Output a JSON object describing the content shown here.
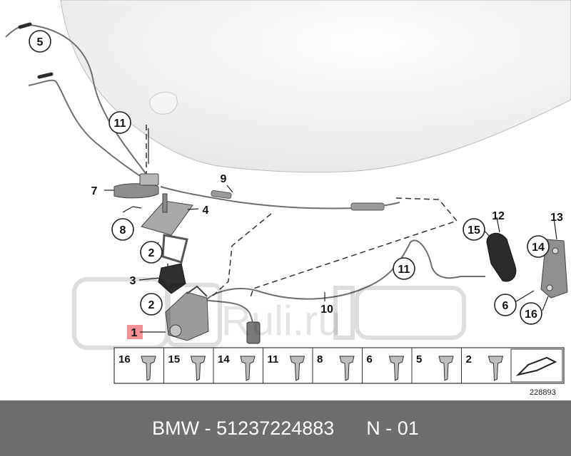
{
  "diagram": {
    "callouts": [
      "5",
      "11",
      "9",
      "7",
      "4",
      "8",
      "2",
      "3",
      "2",
      "1",
      "10",
      "11",
      "12",
      "15",
      "13",
      "14",
      "6",
      "16"
    ],
    "parts_strip": [
      "16",
      "15",
      "14",
      "11",
      "8",
      "6",
      "5",
      "2"
    ],
    "diagram_number": "228893",
    "watermark": "Ruli.ru"
  },
  "footer": {
    "caption": "BMW - 51237224883      N - 01"
  },
  "colors": {
    "footer_bg": "#6e6e6e",
    "highlight": "#e8474f",
    "line": "#3a3a3a"
  }
}
